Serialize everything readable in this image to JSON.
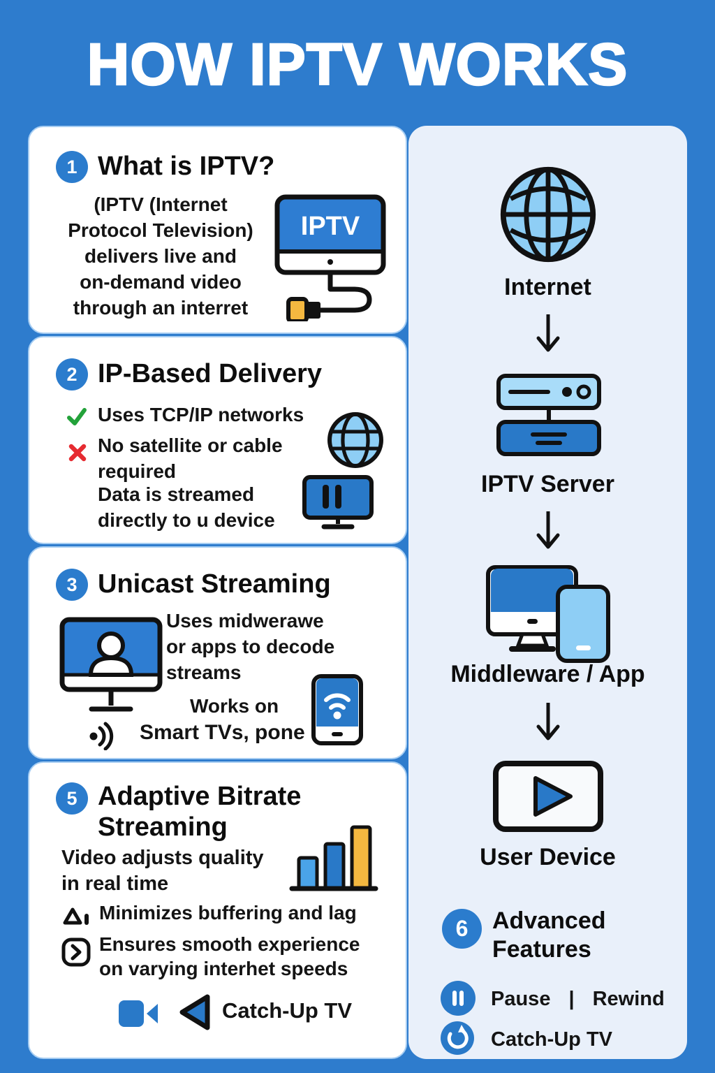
{
  "title": "HOW IPTV WORKS",
  "colors": {
    "background_blue": "#2e7ccd",
    "panel_light_blue": "#e9f0fa",
    "icon_dark_blue": "#2e7dd2",
    "icon_light_blue": "#8ecef5",
    "accent_yellow": "#f4b840",
    "check_green": "#23a23a",
    "cross_red": "#e62b31",
    "text_dark": "#111111"
  },
  "sections": {
    "s1": {
      "number": "1",
      "heading": "What is IPTV?",
      "lines": [
        "(IPTV (Internet",
        "Protocol Television)",
        "delivers live and",
        "on-demand video",
        "through an interret"
      ],
      "icon_label": "IPTV"
    },
    "s2": {
      "number": "2",
      "heading": "IP-Based Delivery",
      "bullet1": "Uses TCP/IP networks",
      "bullet2_lines": [
        "No satellite or cable",
        "required"
      ],
      "bullet3_lines": [
        "Data is streamed",
        "directly to u device"
      ]
    },
    "s3": {
      "number": "3",
      "heading": "Unicast Streaming",
      "lines": [
        "Uses midwerawe",
        "or apps to decode",
        "streams"
      ],
      "works_on": "Works on",
      "devices": "Smart TVs, pone"
    },
    "s5": {
      "number": "5",
      "heading_lines": [
        "Adaptive Bitrate",
        "Streaming"
      ],
      "lines": [
        "Video adjusts quality",
        "in real time"
      ],
      "bullet1": "Minimizes buffering and lag",
      "bullet2_lines": [
        "Ensures smooth experience",
        "on varying interhet speeds"
      ],
      "footer": "Catch-Up TV"
    }
  },
  "flow": {
    "internet": "Internet",
    "server": "IPTV Server",
    "middleware": "Middleware / App",
    "device": "User Device"
  },
  "advanced": {
    "number": "6",
    "heading_lines": [
      "Advanced",
      "Features"
    ],
    "row1_left": "Pause",
    "row1_sep": "|",
    "row1_right": "Rewind",
    "row2": "Catch-Up TV"
  }
}
